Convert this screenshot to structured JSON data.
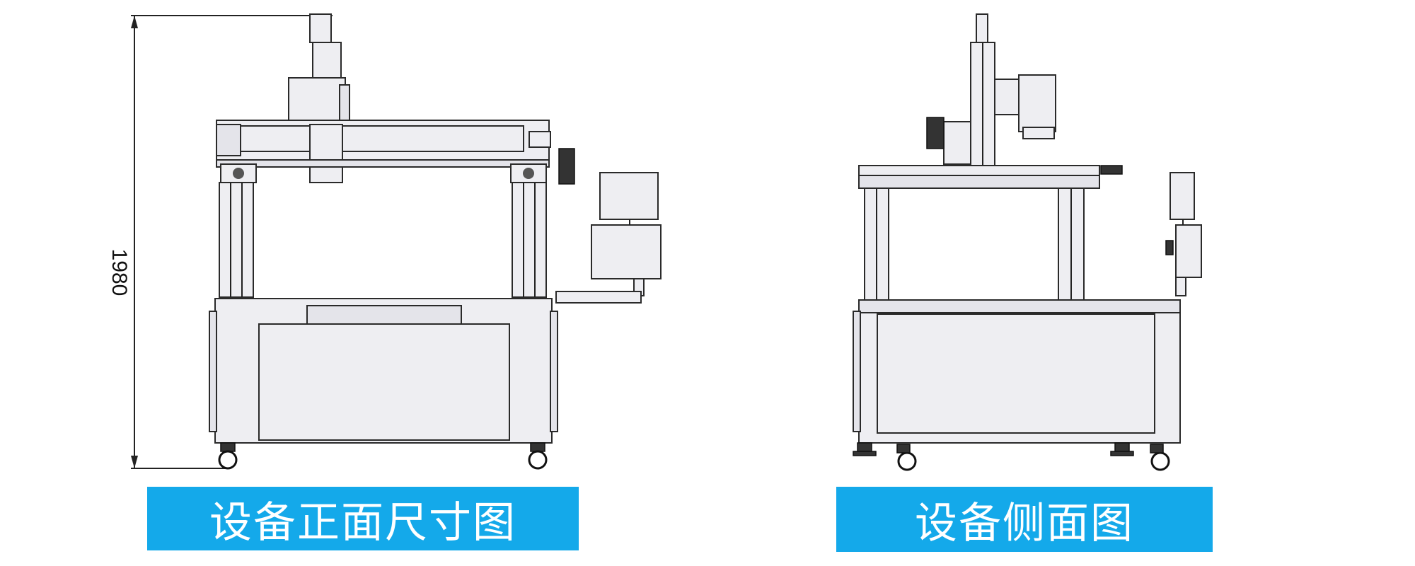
{
  "front_view": {
    "caption": "设备正面尺寸图",
    "height_dimension": "1980"
  },
  "side_view": {
    "caption": "设备侧面图"
  },
  "colors": {
    "caption_bg": "#14a9ea",
    "caption_text": "#ffffff",
    "machine_fill": "#eeeef2",
    "outline": "#2a2a2a"
  }
}
